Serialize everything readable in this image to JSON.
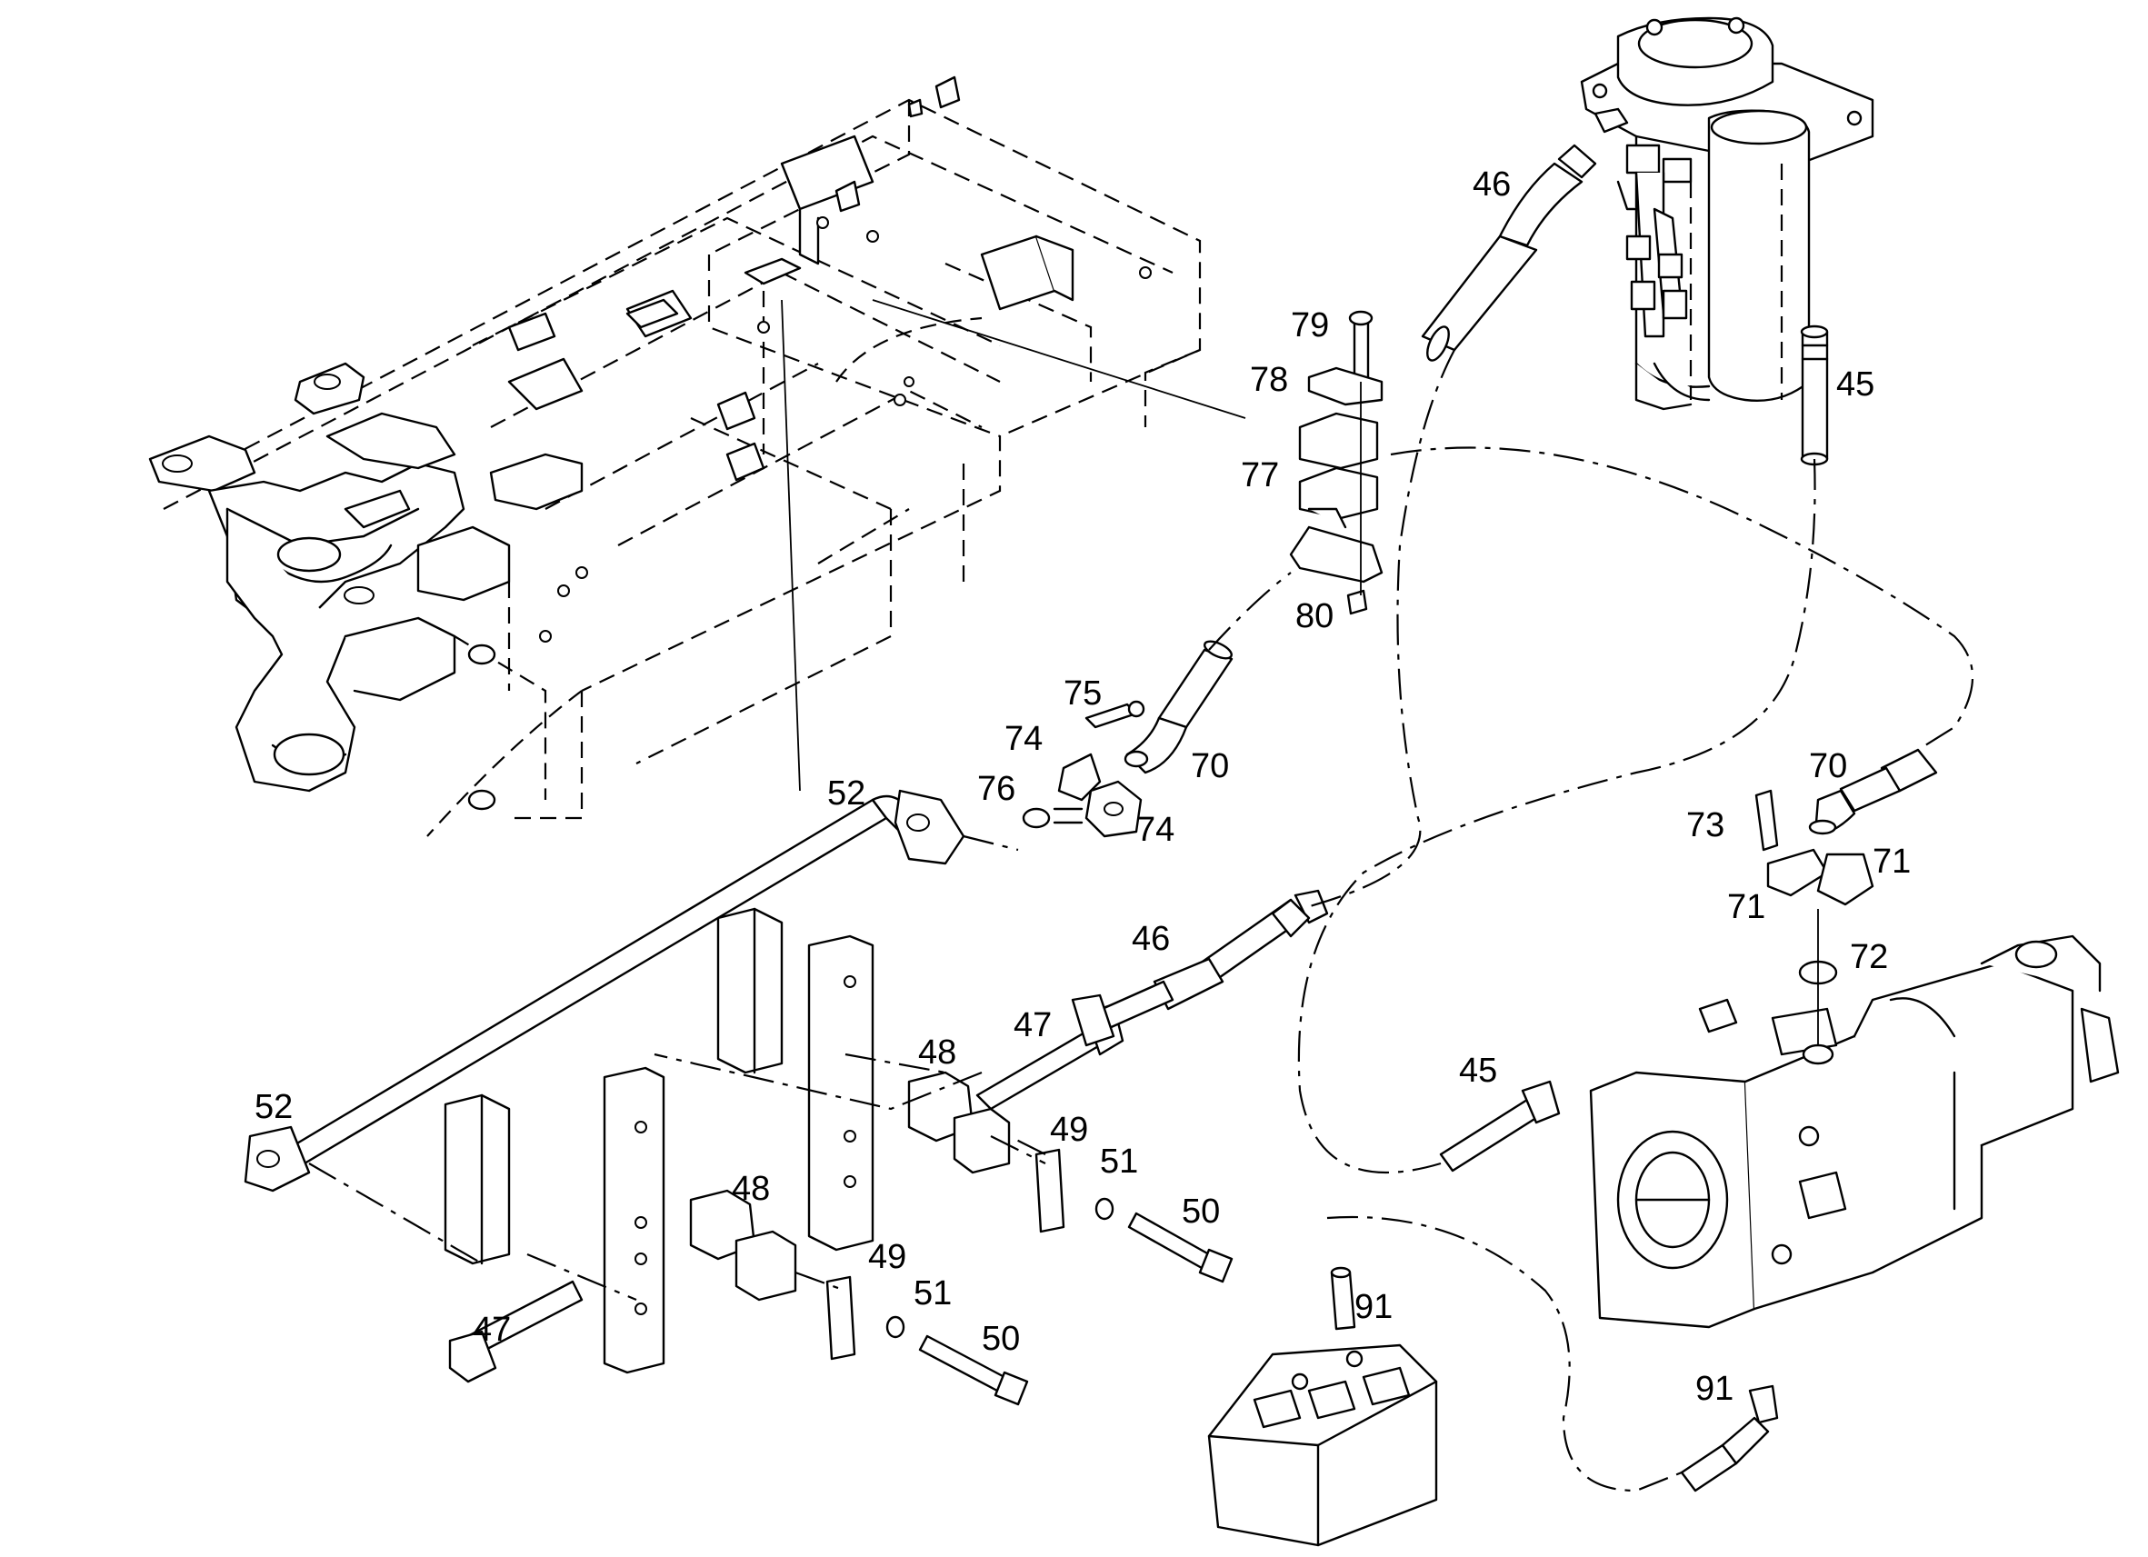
{
  "callouts": [
    {
      "id": "c45a",
      "label": "45"
    },
    {
      "id": "c45b",
      "label": "45"
    },
    {
      "id": "c46a",
      "label": "46"
    },
    {
      "id": "c46b",
      "label": "46"
    },
    {
      "id": "c47a",
      "label": "47"
    },
    {
      "id": "c47b",
      "label": "47"
    },
    {
      "id": "c48a",
      "label": "48"
    },
    {
      "id": "c48b",
      "label": "48"
    },
    {
      "id": "c49a",
      "label": "49"
    },
    {
      "id": "c49b",
      "label": "49"
    },
    {
      "id": "c50a",
      "label": "50"
    },
    {
      "id": "c50b",
      "label": "50"
    },
    {
      "id": "c51a",
      "label": "51"
    },
    {
      "id": "c51b",
      "label": "51"
    },
    {
      "id": "c52a",
      "label": "52"
    },
    {
      "id": "c52b",
      "label": "52"
    },
    {
      "id": "c70a",
      "label": "70"
    },
    {
      "id": "c70b",
      "label": "70"
    },
    {
      "id": "c71a",
      "label": "71"
    },
    {
      "id": "c71b",
      "label": "71"
    },
    {
      "id": "c72",
      "label": "72"
    },
    {
      "id": "c73",
      "label": "73"
    },
    {
      "id": "c74a",
      "label": "74"
    },
    {
      "id": "c74b",
      "label": "74"
    },
    {
      "id": "c75",
      "label": "75"
    },
    {
      "id": "c76",
      "label": "76"
    },
    {
      "id": "c77",
      "label": "77"
    },
    {
      "id": "c78",
      "label": "78"
    },
    {
      "id": "c79",
      "label": "79"
    },
    {
      "id": "c80",
      "label": "80"
    },
    {
      "id": "c91a",
      "label": "91"
    },
    {
      "id": "c91b",
      "label": "91"
    }
  ]
}
